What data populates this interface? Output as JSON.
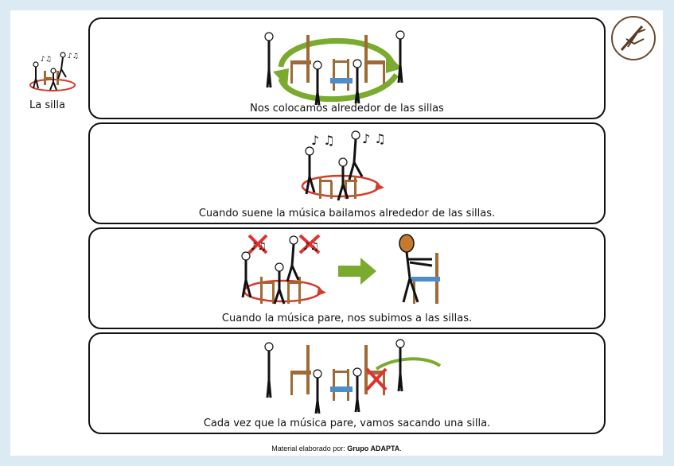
{
  "side": {
    "label": "La silla"
  },
  "steps": [
    {
      "caption": "Nos colocamos alrededor de las sillas"
    },
    {
      "caption": "Cuando suene la música bailamos alrededor de las sillas."
    },
    {
      "caption": "Cuando la música pare, nos subimos a las sillas."
    },
    {
      "caption": "Cada vez que la música pare, vamos sacando una silla."
    }
  ],
  "footer": {
    "prefix": "Material elaborado por:",
    "author": "Grupo  ADAPTA",
    "suffix": "."
  },
  "colors": {
    "arrow_green": "#7aab2f",
    "circle_red": "#d63a2a",
    "chair_brown": "#a06a35",
    "seat_blue": "#4d8ec9",
    "cross_red": "#e23030"
  }
}
